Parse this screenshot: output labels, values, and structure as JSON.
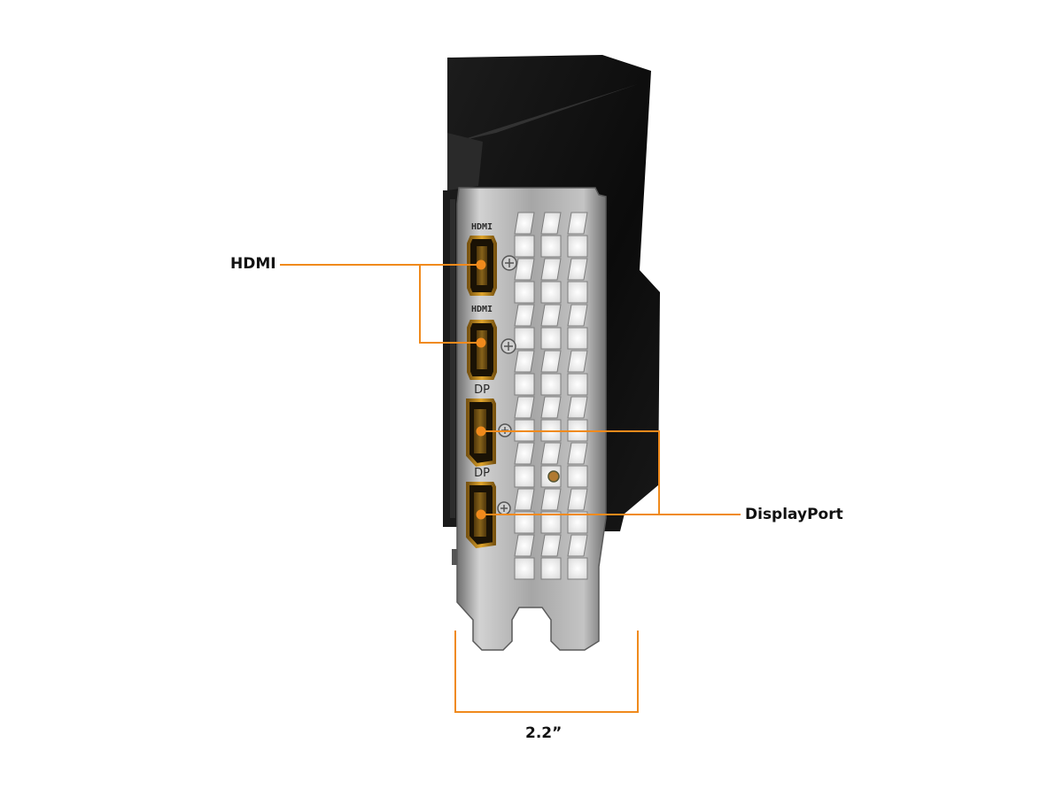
{
  "callouts": {
    "hdmi": "HDMI",
    "displayport": "DisplayPort",
    "bracket_width": "2.2”"
  },
  "port_markings": {
    "hdmi_1": "HDMI",
    "hdmi_2": "HDMI",
    "dp_1": "DP",
    "dp_2": "DP"
  },
  "colors": {
    "accent_orange": "#f08a1c",
    "card_shroud": "#111111",
    "bracket_steel": "#9a9a9a",
    "port_gold": "#c9901e"
  },
  "icons": [
    "graphics-card-icon",
    "io-bracket-icon",
    "hdmi-port-icon",
    "displayport-icon",
    "screw-icon"
  ]
}
